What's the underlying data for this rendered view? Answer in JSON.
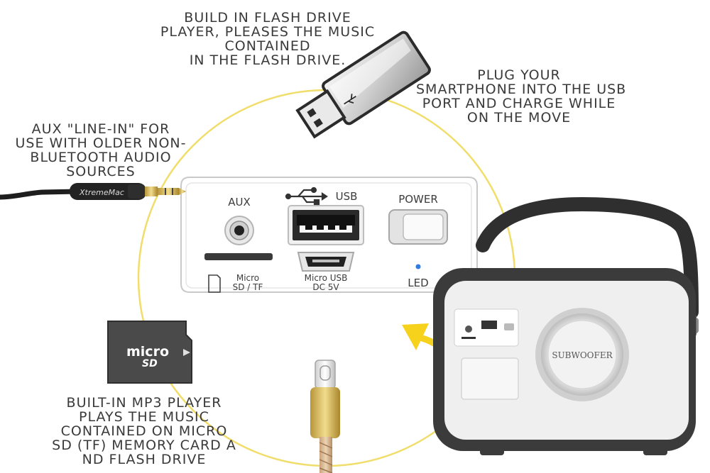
{
  "captions": {
    "flash": [
      "BUILD IN FLASH DRIVE",
      "PLAYER, PLEASES THE MUSIC",
      "CONTAINED",
      "IN THE FLASH DRIVE."
    ],
    "usb_charge": [
      "PLUG YOUR",
      "SMARTPHONE INTO THE USB",
      "PORT AND CHARGE WHILE",
      "ON THE MOVE"
    ],
    "aux": [
      "AUX \"LINE-IN\" FOR",
      "USE WITH OLDER NON-",
      "BLUETOOTH AUDIO",
      "SOURCES"
    ],
    "mp3": [
      "BUILT-IN MP3 PLAYER",
      "PLAYS THE MUSIC",
      "CONTAINED ON MICRO",
      "SD (TF) MEMORY CARD A",
      "ND FLASH DRIVE"
    ]
  },
  "panel": {
    "aux_label": "AUX",
    "usb_label": "USB",
    "power_label": "POWER",
    "micro_sd_label": [
      "Micro",
      "SD / TF"
    ],
    "micro_usb_label": [
      "Micro USB",
      "DC  5V"
    ],
    "led_label": "LED"
  },
  "cable_brand": "XtremeMac",
  "sd_card_text": [
    "micro",
    "SD"
  ],
  "speaker_label": "SUBWOOFER",
  "colors": {
    "circle_border": "#f0dd6a",
    "arrow": "#f7d21c",
    "led": "#2f7de0",
    "speaker_body": "#3b3b3b",
    "speaker_face": "#eeeeee",
    "text": "#3a3a3a"
  },
  "icons": [
    "usb-flash-drive-icon",
    "usb-symbol-icon",
    "micro-sd-icon",
    "aux-cable-icon",
    "usb-c-cable-icon",
    "pointer-arrow-icon"
  ]
}
